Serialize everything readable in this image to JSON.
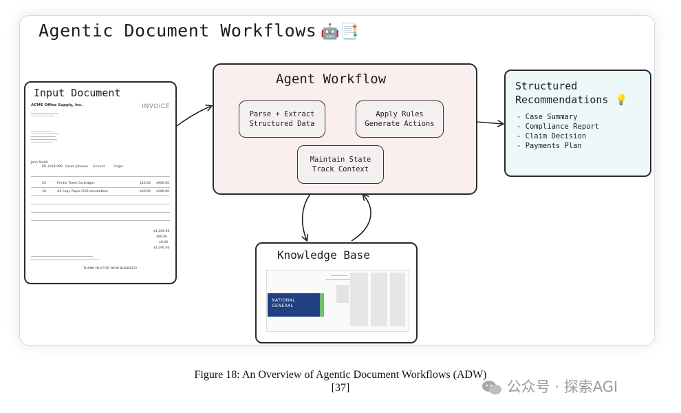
{
  "title": "Agentic Document Workflows",
  "title_emoji": "🤖📑",
  "input_document": {
    "title": "Input Document",
    "company": "ACME Office Supply, Inc.",
    "label": "INVOICE",
    "salesperson": "John Smith",
    "po": "PO 2024-089",
    "requisitioner": "Sarah Johnson",
    "shipped_via": "Ground",
    "terms": "Origin",
    "row1_qty": "20",
    "row1_desc": "Printer Toner Cartridges",
    "row1_price": "$45.00",
    "row1_total": "$900.00",
    "row2_qty": "10",
    "row2_desc": "A4 Copy Paper (500 sheets/box)",
    "row2_price": "$30.00",
    "row2_total": "$300.00",
    "subtotal": "$1,200.00",
    "sales_tax": "$96.00",
    "shipping": "$0.00",
    "total_due": "$1,296.00",
    "thanks": "THANK YOU FOR YOUR BUSINESS!"
  },
  "agent_workflow": {
    "title": "Agent Workflow",
    "step1_line1": "Parse + Extract",
    "step1_line2": "Structured Data",
    "step2_line1": "Apply Rules",
    "step2_line2": "Generate Actions",
    "step3_line1": "Maintain State",
    "step3_line2": "Track Context"
  },
  "recommendations": {
    "title_line1": "Structured",
    "title_line2": "Recommendations",
    "title_emoji": "💡",
    "items": [
      "- Case Summary",
      "- Compliance Report",
      "- Claim Decision",
      "- Payments Plan"
    ]
  },
  "knowledge_base": {
    "title": "Knowledge Base",
    "doc_brand_line1": "NATIONAL",
    "doc_brand_line2": "GENERAL"
  },
  "caption": {
    "line1": "Figure 18: An Overview of Agentic Document Workflows (ADW)",
    "line2": "[37]"
  },
  "watermark": "公众号 · 探索AGI"
}
